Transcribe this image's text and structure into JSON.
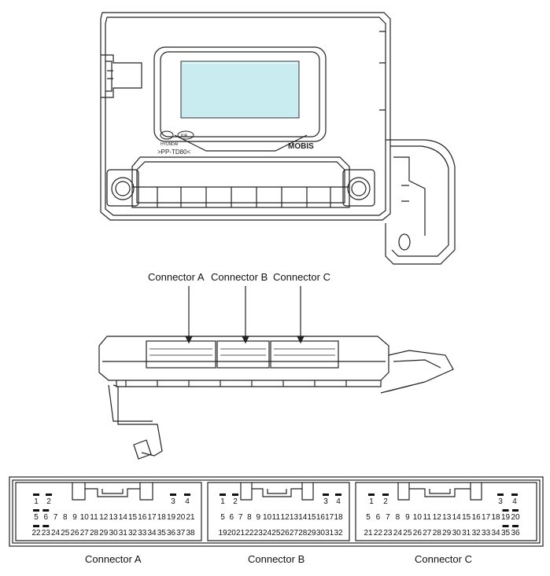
{
  "module_markings": {
    "brand_left": "HYUNDAI",
    "brand_right": "KIA",
    "part_code": ">PP-TD80<",
    "maker": "MOBIS"
  },
  "side_view_callouts": [
    "Connector A",
    "Connector B",
    "Connector C"
  ],
  "connectors": [
    {
      "label": "Connector A",
      "top_row": [
        "1",
        "2",
        "3",
        "4"
      ],
      "mid_row": [
        "5",
        "6",
        "7",
        "8",
        "9",
        "10",
        "11",
        "12",
        "13",
        "14",
        "15",
        "16",
        "17",
        "18",
        "19",
        "20",
        "21"
      ],
      "bottom_row": [
        "22",
        "23",
        "24",
        "25",
        "26",
        "27",
        "28",
        "29",
        "30",
        "31",
        "32",
        "33",
        "34",
        "35",
        "36",
        "37",
        "38"
      ]
    },
    {
      "label": "Connector B",
      "top_row": [
        "1",
        "2",
        "3",
        "4"
      ],
      "mid_row": [
        "5",
        "6",
        "7",
        "8",
        "9",
        "10",
        "11",
        "12",
        "13",
        "14",
        "15",
        "16",
        "17",
        "18"
      ],
      "bottom_row": [
        "19",
        "20",
        "21",
        "22",
        "23",
        "24",
        "25",
        "26",
        "27",
        "28",
        "29",
        "30",
        "31",
        "32"
      ]
    },
    {
      "label": "Connector C",
      "top_row": [
        "1",
        "2",
        "3",
        "4"
      ],
      "mid_row": [
        "5",
        "6",
        "7",
        "8",
        "9",
        "10",
        "11",
        "12",
        "13",
        "14",
        "15",
        "16",
        "17",
        "18",
        "19",
        "20"
      ],
      "bottom_row": [
        "21",
        "22",
        "23",
        "24",
        "25",
        "26",
        "27",
        "28",
        "29",
        "30",
        "31",
        "32",
        "33",
        "34",
        "35",
        "36"
      ]
    }
  ]
}
